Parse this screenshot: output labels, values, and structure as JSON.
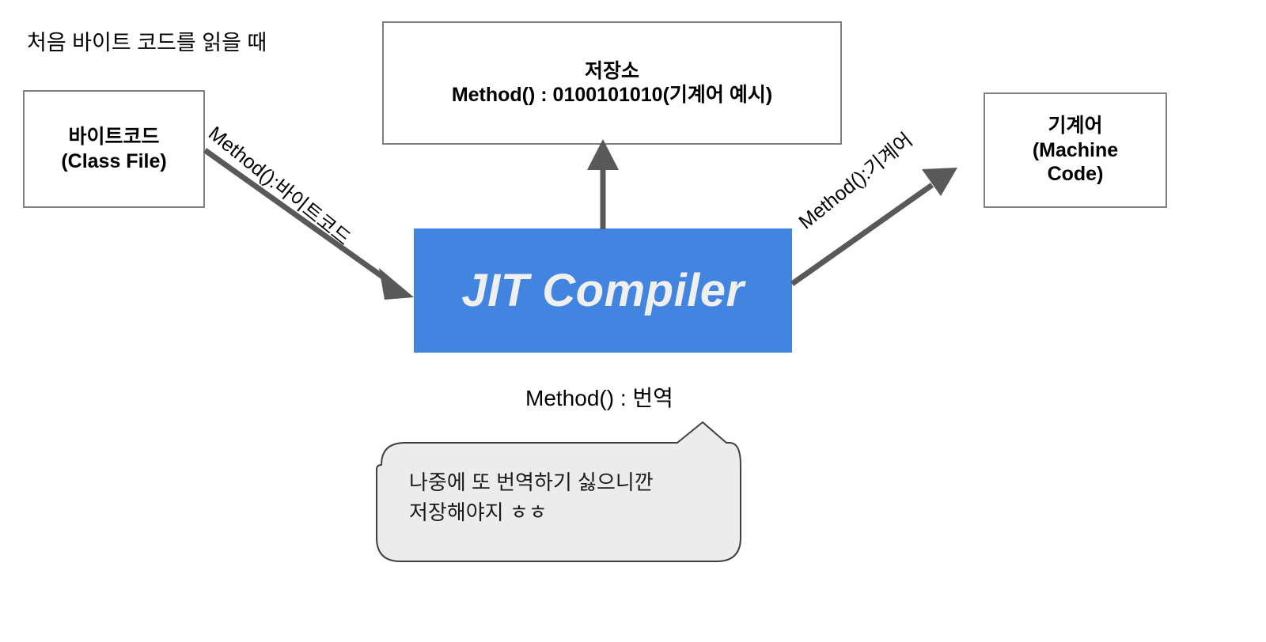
{
  "diagram": {
    "title_note": "처음 바이트 코드를 읽을 때",
    "accent_color": "#4285e0",
    "box_border_color": "#7f7f7f",
    "arrow_color": "#595959",
    "callout_fill": "#ececec",
    "nodes": {
      "bytecode": {
        "name": "bytecode-box",
        "line1": "바이트코드",
        "line2": "(Class File)"
      },
      "storage": {
        "name": "storage-box",
        "line1": "저장소",
        "line2": "Method() : 0100101010(기계어 예시)"
      },
      "machine_code": {
        "name": "machine-code-box",
        "line1": "기계어",
        "line2": "(Machine",
        "line3": "Code)"
      },
      "jit": {
        "name": "jit-compiler-box",
        "label": "JIT Compiler"
      }
    },
    "edges": {
      "bytecode_to_jit": "Method():바이트코드",
      "jit_to_machine_code": "Method():기계어",
      "jit_to_storage": "",
      "translate_note": "Method() : 번역"
    },
    "callout": {
      "name": "speech-callout",
      "text": "나중에 또 번역하기 싫으니깐\n저장해야지  ㅎㅎ"
    }
  }
}
